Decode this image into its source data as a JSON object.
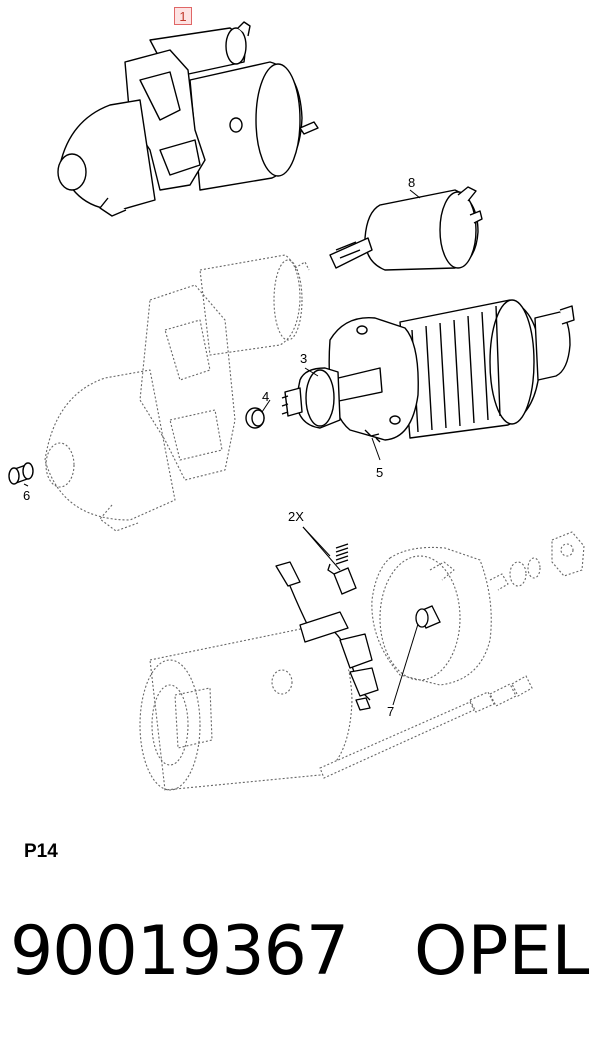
{
  "diagram": {
    "callouts": {
      "c1": "1",
      "c2x": "2X",
      "c3": "3",
      "c4": "4",
      "c5": "5",
      "c6": "6",
      "c7": "7",
      "c8": "8"
    },
    "highlight_color": "#e06666"
  },
  "footer": {
    "page_code": "P14",
    "part_number": "90019367",
    "brand": "OPEL"
  }
}
